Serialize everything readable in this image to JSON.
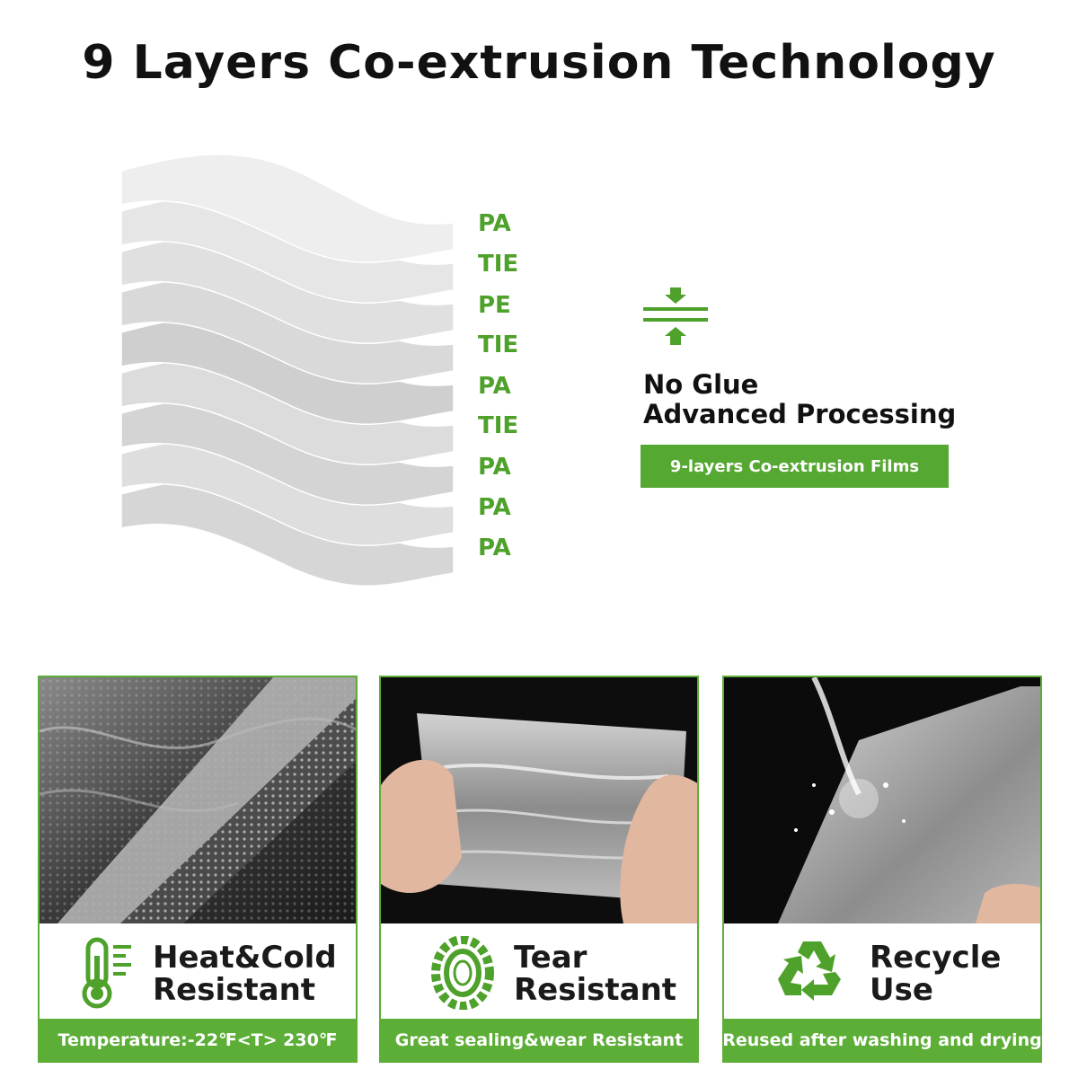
{
  "header": {
    "title": "9 Layers Co-extrusion Technology"
  },
  "layers": [
    "PA",
    "TIE",
    "PE",
    "TIE",
    "PA",
    "TIE",
    "PA",
    "PA",
    "PA"
  ],
  "process": {
    "icon": "press-arrows-icon",
    "line1": "No Glue",
    "line2": "Advanced Processing",
    "tag": "9-layers Co-extrusion Films"
  },
  "features": [
    {
      "icon": "thermometer-icon",
      "title_line1": "Heat&Cold",
      "title_line2": "Resistant",
      "caption": "Temperature:-22℉<T> 230℉"
    },
    {
      "icon": "tire-icon",
      "title_line1": "Tear",
      "title_line2": "Resistant",
      "caption": "Great sealing&wear Resistant"
    },
    {
      "icon": "recycle-icon",
      "title_line1": "Recycle",
      "title_line2": "Use",
      "caption": "Reused after washing and drying"
    }
  ],
  "colors": {
    "accent": "#55a832",
    "label_green": "#4ea12b",
    "title": "#111111"
  }
}
